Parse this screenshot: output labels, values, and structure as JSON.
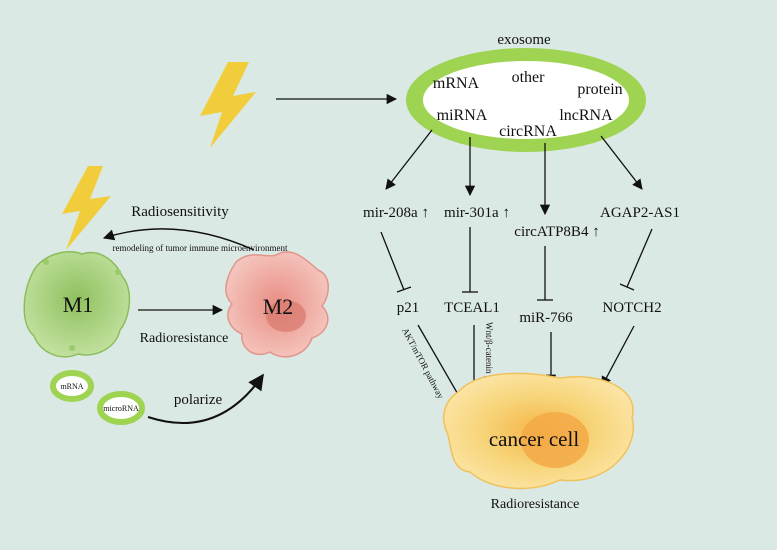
{
  "exosome": {
    "title": "exosome",
    "contents": [
      "mRNA",
      "other",
      "protein",
      "miRNA",
      "lncRNA",
      "circRNA"
    ]
  },
  "targets": {
    "mir208a": "mir-208a ↑",
    "mir301a": "mir-301a ↑",
    "circatp8b4": "circATP8B4 ↑",
    "agap2": "AGAP2-AS1",
    "p21": "p21",
    "tceal1": "TCEAL1",
    "mir766": "miR-766",
    "notch2": "NOTCH2"
  },
  "pathways": {
    "akt": "AKT/mTOR pathway",
    "wnt": "Wnt/β-catenin pathway"
  },
  "cancer": {
    "label": "cancer cell",
    "caption": "Radioresistance"
  },
  "macrophage": {
    "m1": "M1",
    "m2": "M2",
    "radiosensitivity": "Radiosensitivity",
    "remodeling": "remodeling of tumor immune microenvironment",
    "radioresistance": "Radioresistance",
    "polarize": "polarize",
    "vesicle1": "mRNA",
    "vesicle2": "microRNA"
  },
  "colors": {
    "background": "#dbe9e5",
    "exosome_ring": "#9fd352",
    "lightning": "#f2cd3b",
    "m1": "#a8cf7f",
    "m2": "#efb3ab",
    "cancer": "#f7d57a"
  }
}
